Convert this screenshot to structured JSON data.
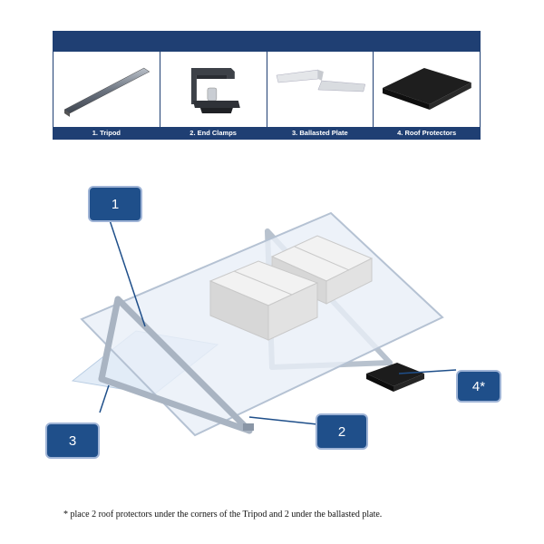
{
  "parts": [
    {
      "label": "1. Tripod",
      "icon": "tripod-rail-icon"
    },
    {
      "label": "2. End Clamps",
      "icon": "end-clamp-icon"
    },
    {
      "label": "3. Ballasted Plate",
      "icon": "ballasted-plate-icon"
    },
    {
      "label": "4. Roof Protectors",
      "icon": "roof-protector-icon"
    }
  ],
  "callouts": {
    "c1": "1",
    "c2": "2",
    "c3": "3",
    "c4": "4*"
  },
  "footnote": "* place 2 roof protectors under the corners of the Tripod and 2 under the ballasted plate.",
  "colors": {
    "header_blue": "#1f3f73",
    "callout_blue": "#1f4f8a"
  }
}
